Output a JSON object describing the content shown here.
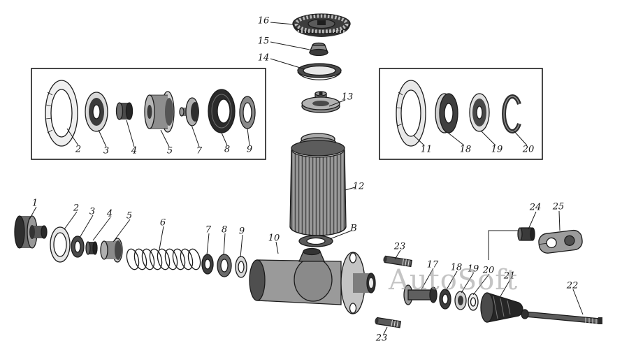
{
  "figure": {
    "type": "exploded-parts-diagram",
    "background": "#ffffff",
    "ink": "#1b1b1b"
  },
  "watermark": {
    "text": "AutoSoft",
    "color": "#9e9e9e"
  },
  "callouts": {
    "top": {
      "c16": "16",
      "c15": "15",
      "c14": "14",
      "c13": "13",
      "c12": "12",
      "cB": "B"
    },
    "left_box": {
      "c2": "2",
      "c3": "3",
      "c4": "4",
      "c5": "5",
      "c7": "7",
      "c8": "8",
      "c9": "9"
    },
    "right_box": {
      "c11": "11",
      "c18": "18",
      "c19": "19",
      "c20": "20"
    },
    "assembly": {
      "c1": "1",
      "c2": "2",
      "c3": "3",
      "c4": "4",
      "c5": "5",
      "c6": "6",
      "c7": "7",
      "c8": "8",
      "c9": "9",
      "c10": "10",
      "c17": "17",
      "c18": "18",
      "c19": "19",
      "c20": "20",
      "c21": "21",
      "c22": "22",
      "c23a": "23",
      "c23b": "23",
      "c24": "24",
      "c25": "25"
    }
  }
}
